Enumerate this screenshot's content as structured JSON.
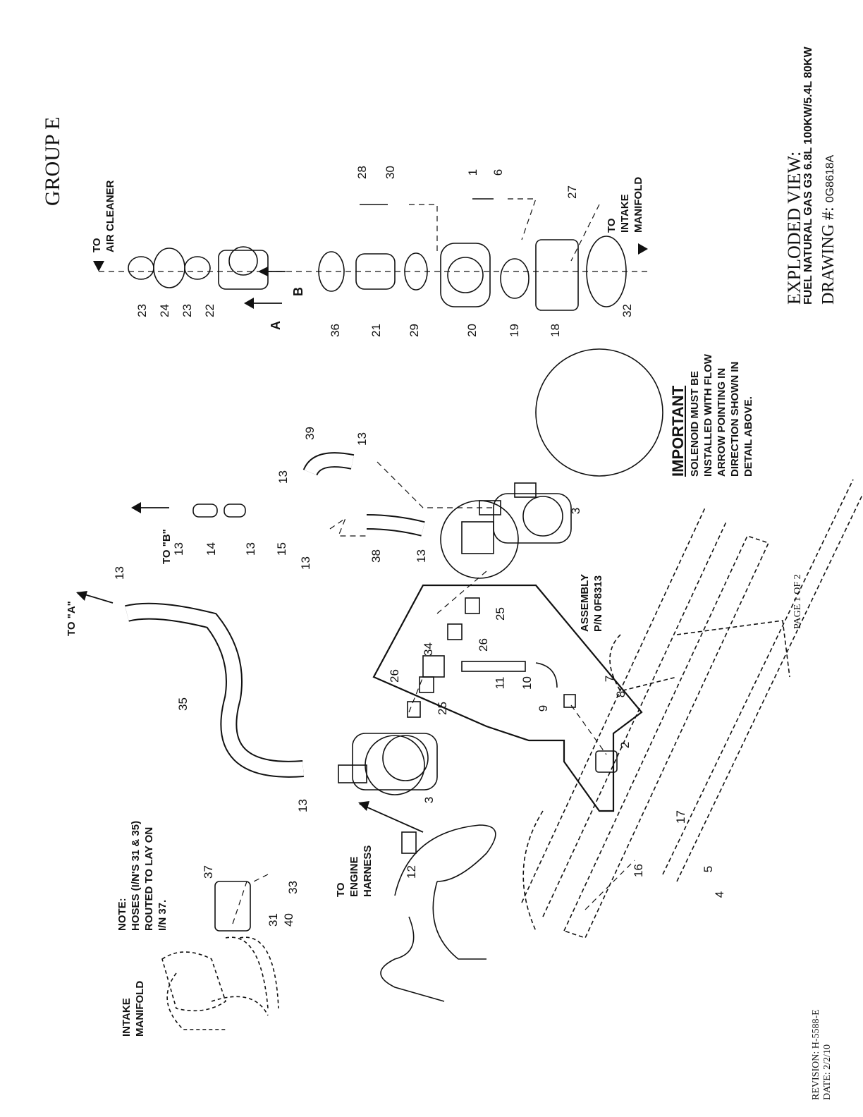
{
  "header": {
    "group": "GROUP E",
    "exploded_view": "EXPLODED VIEW:",
    "subtitle": "FUEL NATURAL GAS G3 6.8L 100KW/5.4L 80KW",
    "drawing_label": "DRAWING #:",
    "drawing_number": "0G8618A"
  },
  "footer": {
    "page": "PAGE 1 OF 2",
    "revision": "REVISION: H-5588-E",
    "date": "DATE: 2/2/10"
  },
  "labels": {
    "to_air_cleaner_1": "TO",
    "to_air_cleaner_2": "AIR CLEANER",
    "to_intake_1": "TO",
    "to_intake_2": "INTAKE",
    "to_intake_3": "MANIFOLD",
    "to_a": "TO \"A\"",
    "to_b": "TO \"B\"",
    "letter_a": "A",
    "letter_b": "B",
    "assembly_1": "ASSEMBLY",
    "assembly_2": "P/N 0F8313",
    "engine_1": "TO",
    "engine_2": "ENGINE",
    "engine_3": "HARNESS",
    "intake_left_1": "INTAKE",
    "intake_left_2": "MANIFOLD",
    "note_1": "NOTE:",
    "note_2": "HOSES (I/N'S 31 & 35)",
    "note_3": "ROUTED TO LAY ON",
    "note_4": "I/N 37.",
    "important_title": "IMPORTANT",
    "important_1": "SOLENOID MUST BE",
    "important_2": "INSTALLED WITH FLOW",
    "important_3": "ARROW POINTING IN",
    "important_4": "DIRECTION SHOWN IN",
    "important_5": "DETAIL ABOVE."
  },
  "callouts": [
    "23",
    "24",
    "23",
    "22",
    "36",
    "21",
    "29",
    "20",
    "19",
    "18",
    "32",
    "28",
    "30",
    "1",
    "6",
    "27",
    "39",
    "13",
    "13",
    "13",
    "14",
    "13",
    "15",
    "13",
    "38",
    "13",
    "3",
    "13",
    "35",
    "25",
    "26",
    "34",
    "11",
    "10",
    "26",
    "25",
    "9",
    "7",
    "8",
    "2",
    "3",
    "13",
    "12",
    "37",
    "33",
    "40",
    "31",
    "5",
    "4",
    "16",
    "17"
  ]
}
